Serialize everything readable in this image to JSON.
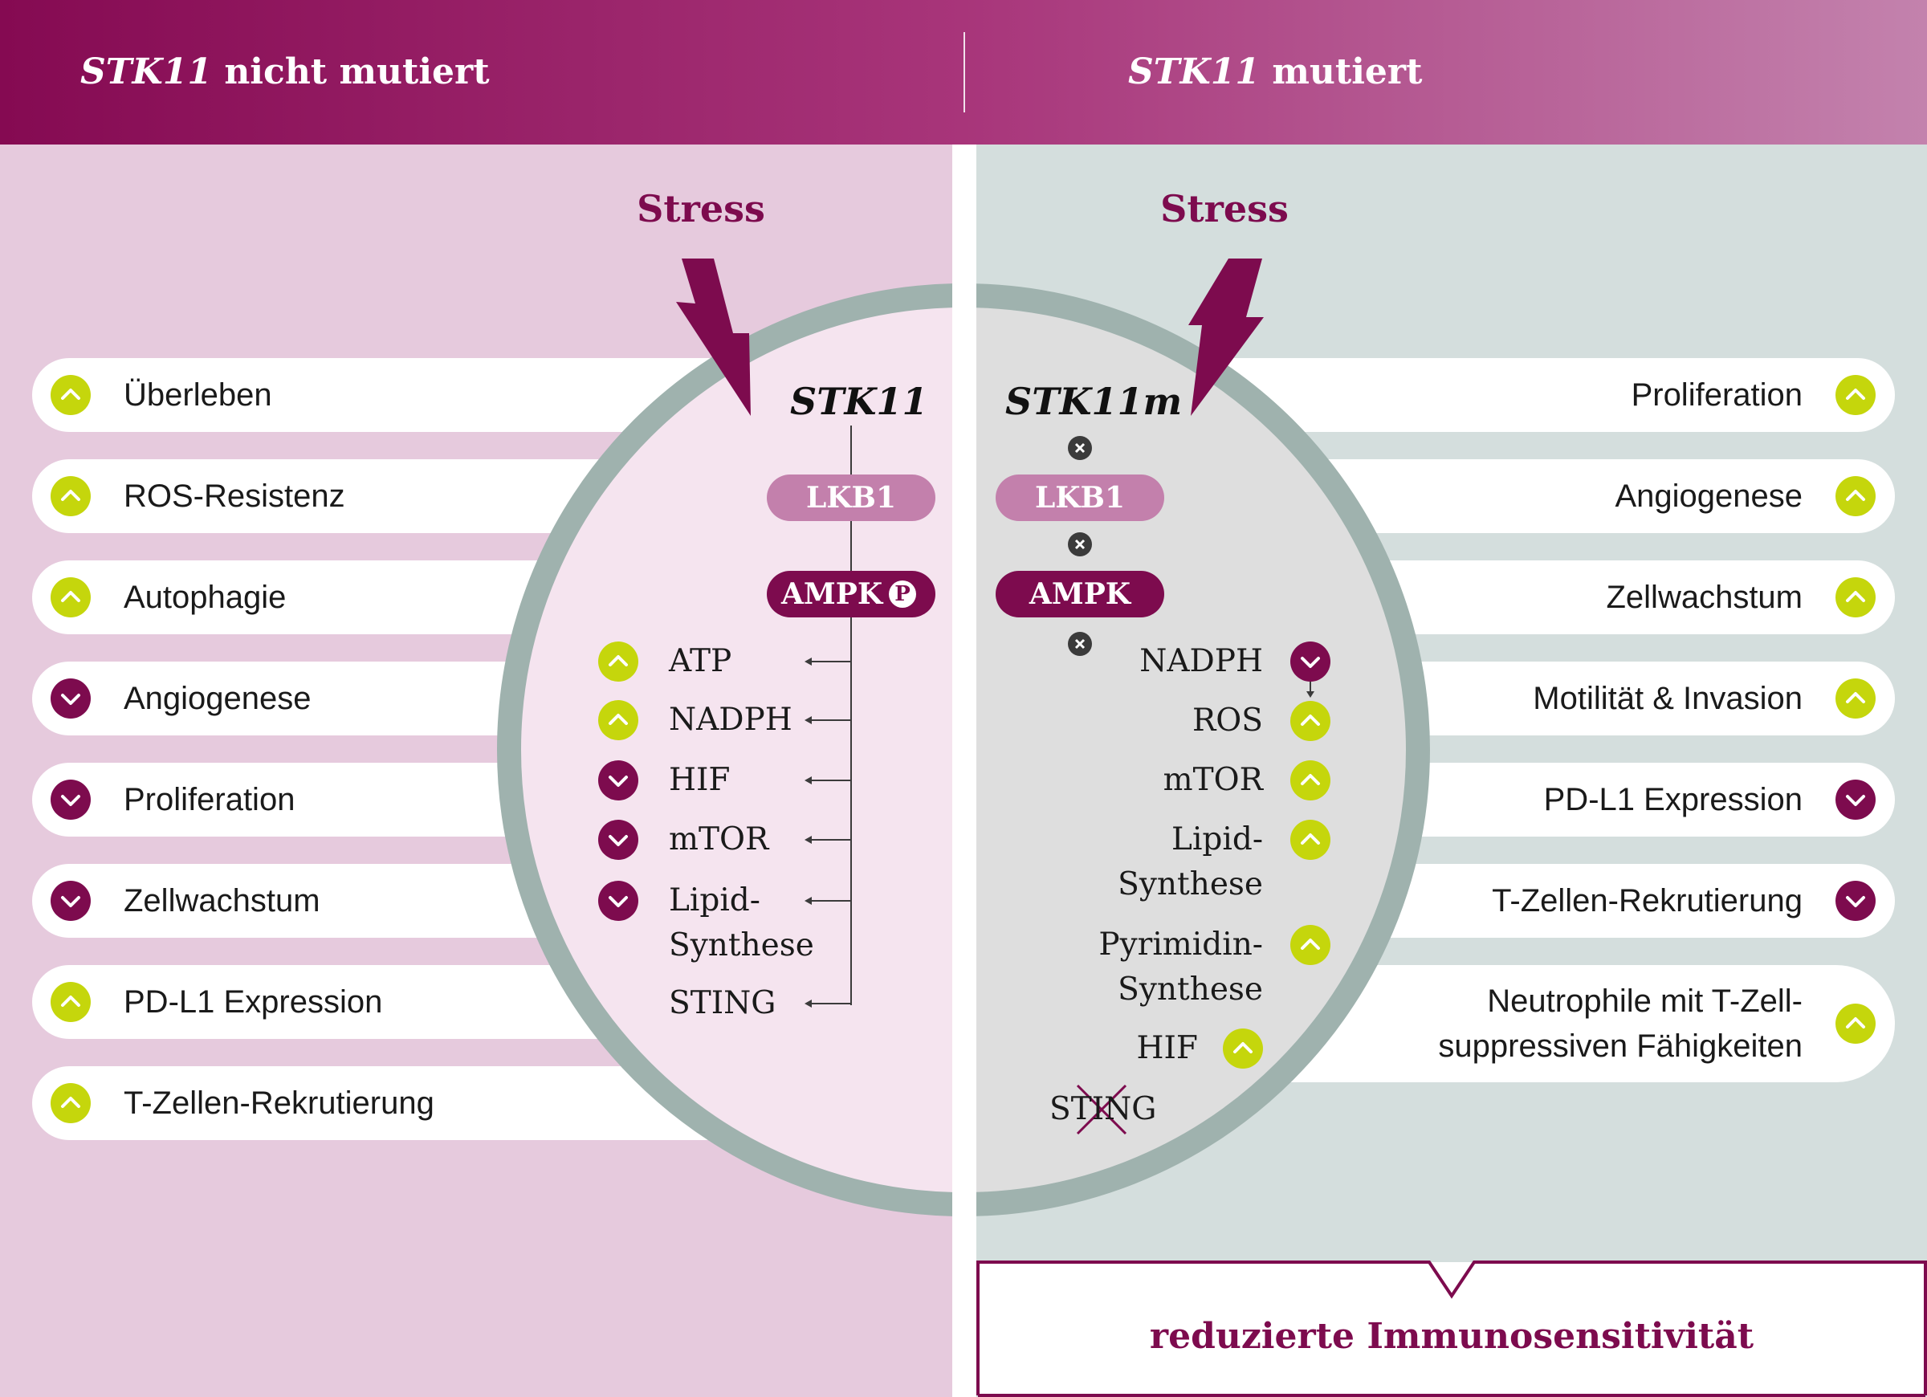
{
  "header": {
    "left_gene": "STK11",
    "left_rest": " nicht mutiert",
    "right_gene": "STK11",
    "right_rest": " mutiert"
  },
  "stress_label": "Stress",
  "left": {
    "gene": "STK11",
    "protein1": "LKB1",
    "protein2": "AMPK",
    "phospho": "P",
    "outcomes": [
      {
        "label": "Überleben",
        "dir": "up"
      },
      {
        "label": "ROS-Resistenz",
        "dir": "up"
      },
      {
        "label": "Autophagie",
        "dir": "up"
      },
      {
        "label": "Angiogenese",
        "dir": "down"
      },
      {
        "label": "Proliferation",
        "dir": "down"
      },
      {
        "label": "Zellwachstum",
        "dir": "down"
      },
      {
        "label": "PD-L1 Expression",
        "dir": "up"
      },
      {
        "label": "T-Zellen-Rekrutierung",
        "dir": "up"
      }
    ],
    "metabolites": [
      {
        "label": "ATP",
        "dir": "up"
      },
      {
        "label": "NADPH",
        "dir": "up"
      },
      {
        "label": "HIF",
        "dir": "down"
      },
      {
        "label": "mTOR",
        "dir": "down"
      },
      {
        "label": "Lipid-\nSynthese",
        "dir": "down"
      },
      {
        "label": "STING",
        "dir": "none"
      }
    ]
  },
  "right": {
    "gene": "STK11m",
    "protein1": "LKB1",
    "protein2": "AMPK",
    "outcomes": [
      {
        "label": "Proliferation",
        "dir": "up"
      },
      {
        "label": "Angiogenese",
        "dir": "up"
      },
      {
        "label": "Zellwachstum",
        "dir": "up"
      },
      {
        "label": "Motilität & Invasion",
        "dir": "up"
      },
      {
        "label": "PD-L1 Expression",
        "dir": "down"
      },
      {
        "label": "T-Zellen-Rekrutierung",
        "dir": "down"
      },
      {
        "label": "Neutrophile mit T-Zell-\nsuppressiven Fähigkeiten",
        "dir": "up"
      }
    ],
    "metabolites": [
      {
        "label": "NADPH",
        "dir": "down"
      },
      {
        "label": "ROS",
        "dir": "up"
      },
      {
        "label": "mTOR",
        "dir": "up"
      },
      {
        "label": "Lipid-\nSynthese",
        "dir": "up"
      },
      {
        "label": "Pyrimidin-\nSynthese",
        "dir": "up"
      },
      {
        "label": "HIF",
        "dir": "up"
      },
      {
        "label": "STING",
        "dir": "none"
      }
    ]
  },
  "bottom_text": "reduzierte Immunosensitivität",
  "colors": {
    "magenta": "#7d0b4e",
    "lime": "#c5d60c",
    "lkb1_pink": "#c380ac",
    "ring": "#9fb2ae",
    "left_bg": "#e6cadd",
    "right_bg": "#d4dedd"
  }
}
